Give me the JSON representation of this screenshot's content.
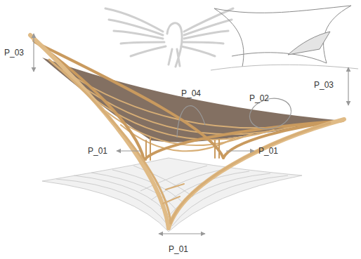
{
  "diagram": {
    "labels": [
      "P_03",
      "P_03",
      "P_04",
      "P_02",
      "P_01",
      "P_01",
      "P_01"
    ]
  }
}
